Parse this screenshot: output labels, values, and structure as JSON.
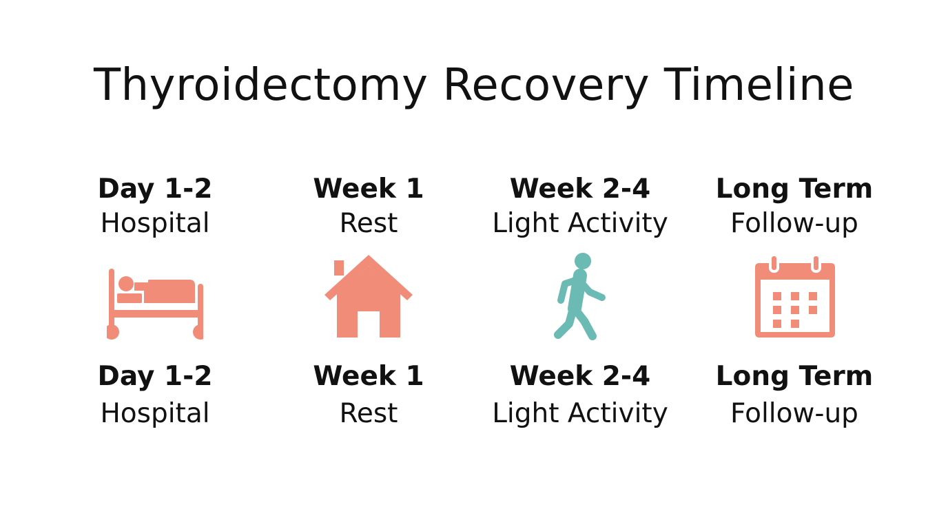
{
  "title": "Thyroidectomy Recovery Timeline",
  "colors": {
    "accent_coral": "#f08c78",
    "accent_teal": "#6bbab3",
    "text": "#111111",
    "background": "#ffffff"
  },
  "stages": [
    {
      "heading": "Day 1-2",
      "subtitle": "Hospital",
      "icon": "hospital-bed-icon"
    },
    {
      "heading": "Week 1",
      "subtitle": "Rest",
      "icon": "home-icon"
    },
    {
      "heading": "Week 2-4",
      "subtitle": "Light Activity",
      "icon": "walking-person-icon"
    },
    {
      "heading": "Long Term",
      "subtitle": "Follow-up",
      "icon": "calendar-icon"
    }
  ]
}
